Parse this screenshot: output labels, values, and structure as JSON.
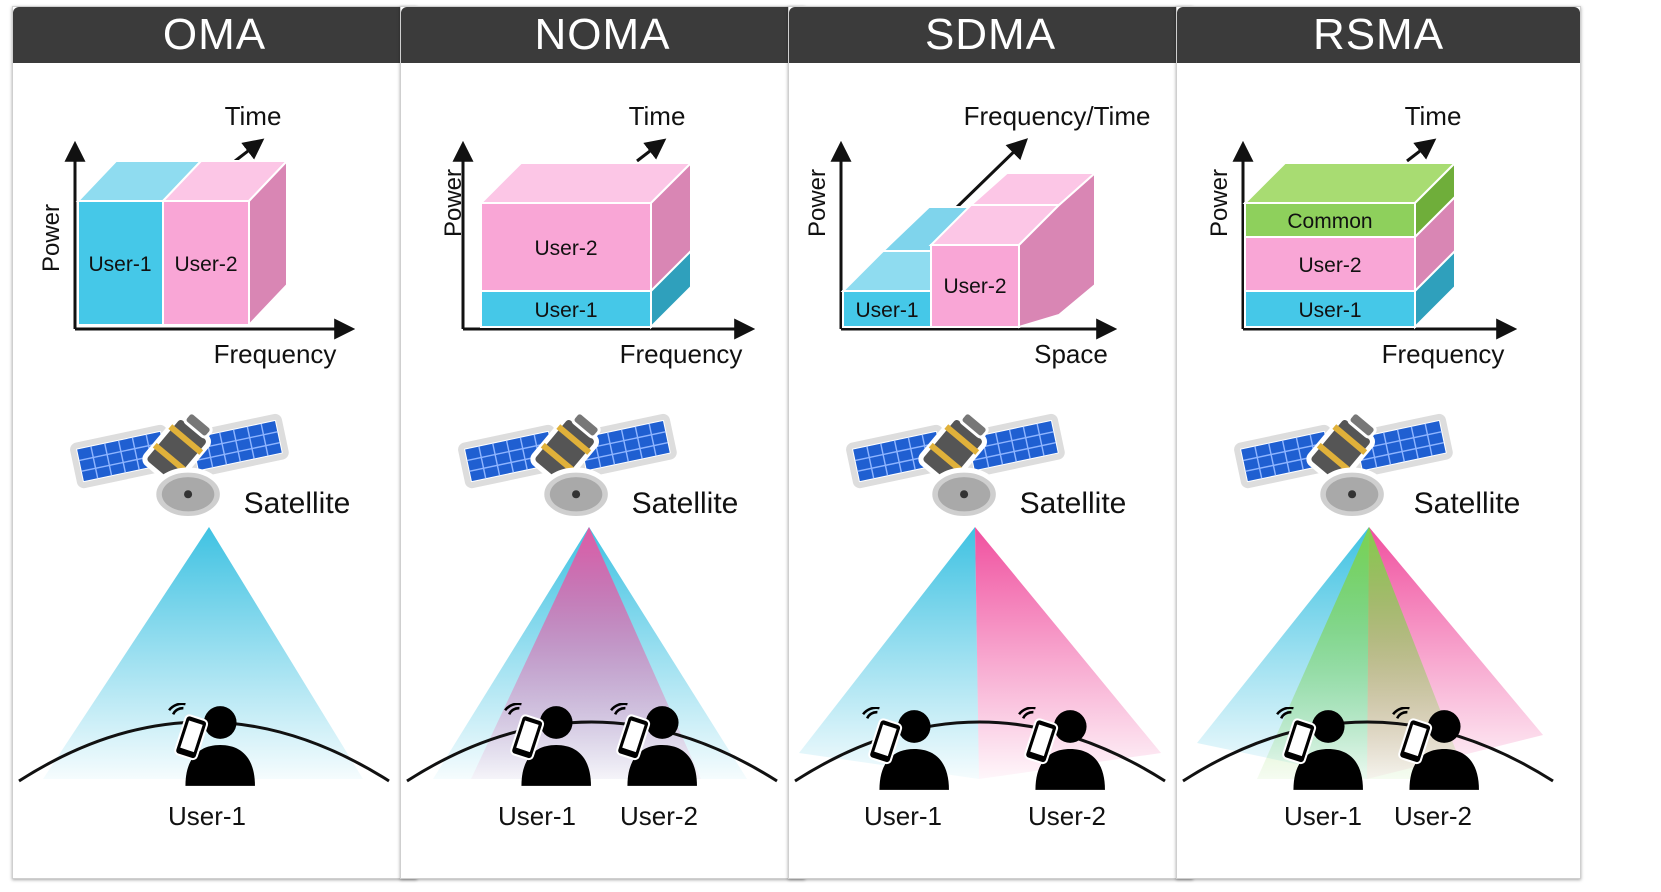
{
  "panels": [
    {
      "key": "oma",
      "title": "OMA",
      "y_axis_label": "Power",
      "diagonal_axis_label": "Time",
      "x_axis_label": "Frequency",
      "blocks": [
        "User-1",
        "User-2"
      ],
      "satellite_label": "Satellite",
      "users": [
        "User-1"
      ]
    },
    {
      "key": "noma",
      "title": "NOMA",
      "y_axis_label": "Power",
      "diagonal_axis_label": "Time",
      "x_axis_label": "Frequency",
      "blocks": [
        "User-2",
        "User-1"
      ],
      "satellite_label": "Satellite",
      "users": [
        "User-1",
        "User-2"
      ]
    },
    {
      "key": "sdma",
      "title": "SDMA",
      "y_axis_label": "Power",
      "diagonal_axis_label": "Frequency/Time",
      "x_axis_label": "Space",
      "blocks": [
        "User-1",
        "User-2"
      ],
      "satellite_label": "Satellite",
      "users": [
        "User-1",
        "User-2"
      ]
    },
    {
      "key": "rsma",
      "title": "RSMA",
      "y_axis_label": "Power",
      "diagonal_axis_label": "Time",
      "x_axis_label": "Frequency",
      "blocks": [
        "Common",
        "User-2",
        "User-1"
      ],
      "satellite_label": "Satellite",
      "users": [
        "User-1",
        "User-2"
      ]
    }
  ],
  "colors": {
    "header_bg": "#3b3b3b",
    "user1": "#45c8e8",
    "user2": "#f9a6d6",
    "common": "#9bd66a",
    "beam_blue": "#3fc2e2",
    "beam_pink": "#f0509f",
    "beam_green": "#7fd44a"
  }
}
